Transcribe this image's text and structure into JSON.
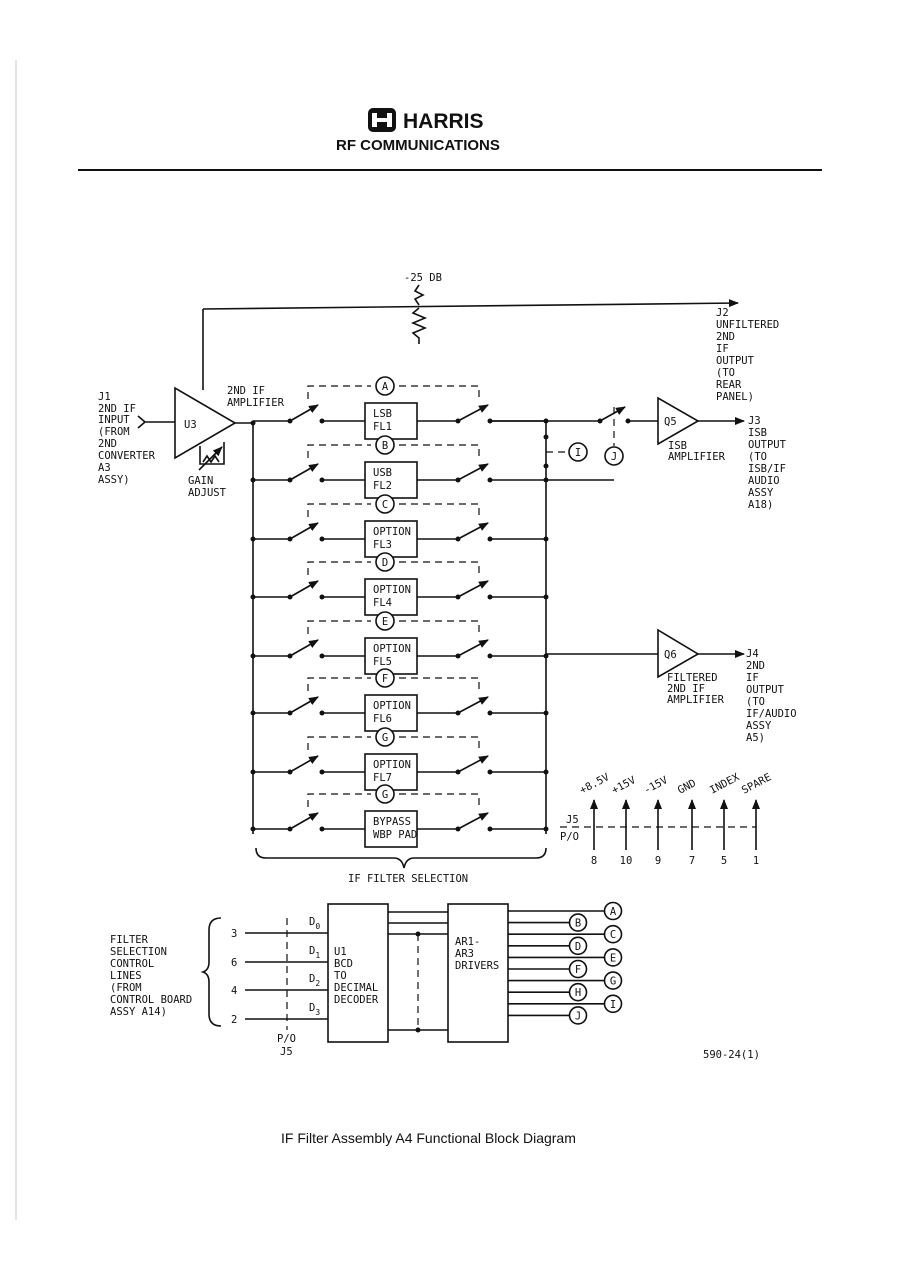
{
  "header": {
    "company": "HARRIS",
    "division": "RF COMMUNICATIONS"
  },
  "caption": "IF Filter Assembly A4 Functional Block Diagram",
  "figure_number": "590-24(1)",
  "labels": {
    "attenuation": "-25 DB",
    "j2_output": [
      "J2",
      "UNFILTERED",
      "2ND",
      "IF",
      "OUTPUT",
      "(TO",
      "REAR",
      "PANEL)"
    ],
    "j1_input": [
      "J1",
      "2ND IF",
      "INPUT",
      "(FROM",
      "2ND",
      "CONVERTER",
      "A3",
      "ASSY)"
    ],
    "amp_label": [
      "2ND IF",
      "AMPLIFIER"
    ],
    "u3": "U3",
    "gain_adjust": [
      "GAIN",
      "ADJUST"
    ],
    "q5": "Q5",
    "isb_amp": [
      "ISB",
      "AMPLIFIER"
    ],
    "j3_output": [
      "J3",
      "ISB",
      "OUTPUT",
      "(TO",
      "ISB/IF",
      "AUDIO",
      "ASSY",
      "A18)"
    ],
    "q6": "Q6",
    "filtered_amp": [
      "FILTERED",
      "2ND IF",
      "AMPLIFIER"
    ],
    "j4_output": [
      "J4",
      "2ND",
      "IF",
      "OUTPUT",
      "(TO",
      "IF/AUDIO",
      "ASSY",
      "A5)"
    ],
    "if_filter_selection": "IF FILTER SELECTION",
    "control_i": "I",
    "control_j": "J",
    "j5_top": [
      "J5",
      "P/O"
    ],
    "j5_bottom": [
      "P/O",
      "J5"
    ],
    "filter_selection_lines": [
      "FILTER",
      "SELECTION",
      "CONTROL",
      "LINES",
      "(FROM",
      "CONTROL BOARD",
      "ASSY A14)"
    ],
    "u1": [
      "U1",
      "BCD",
      "TO",
      "DECIMAL",
      "DECODER"
    ],
    "ar_drivers": [
      "AR1-",
      "AR3",
      "DRIVERS"
    ]
  },
  "filters": [
    {
      "name": [
        "LSB",
        "FL1"
      ],
      "control": "A"
    },
    {
      "name": [
        "USB",
        "FL2"
      ],
      "control": "B"
    },
    {
      "name": [
        "OPTION",
        "FL3"
      ],
      "control": "C"
    },
    {
      "name": [
        "OPTION",
        "FL4"
      ],
      "control": "D"
    },
    {
      "name": [
        "OPTION",
        "FL5"
      ],
      "control": "E"
    },
    {
      "name": [
        "OPTION",
        "FL6"
      ],
      "control": "F"
    },
    {
      "name": [
        "OPTION",
        "FL7"
      ],
      "control": "G"
    },
    {
      "name": [
        "BYPASS",
        "WBP PAD"
      ],
      "control": "G"
    }
  ],
  "j5_pins": [
    {
      "signal": "+8.5V",
      "pin": "8"
    },
    {
      "signal": "+15V",
      "pin": "10"
    },
    {
      "signal": "-15V",
      "pin": "9"
    },
    {
      "signal": "GND",
      "pin": "7"
    },
    {
      "signal": "INDEX",
      "pin": "5"
    },
    {
      "signal": "SPARE",
      "pin": "1"
    }
  ],
  "decoder_inputs": [
    {
      "pin": "3",
      "bit": "D",
      "sub": "0"
    },
    {
      "pin": "6",
      "bit": "D",
      "sub": "1"
    },
    {
      "pin": "4",
      "bit": "D",
      "sub": "2"
    },
    {
      "pin": "2",
      "bit": "D",
      "sub": "3"
    }
  ],
  "driver_outputs": [
    "A",
    "B",
    "C",
    "D",
    "E",
    "F",
    "G",
    "H",
    "I",
    "J"
  ]
}
